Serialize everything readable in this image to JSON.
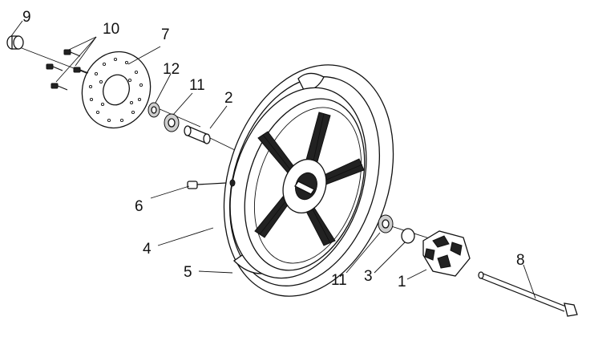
{
  "callouts": {
    "c1": "1",
    "c2": "2",
    "c3": "3",
    "c4": "4",
    "c5": "5",
    "c6": "6",
    "c7": "7",
    "c8": "8",
    "c9": "9",
    "c10": "10",
    "c11a": "11",
    "c11b": "11",
    "c12": "12"
  }
}
